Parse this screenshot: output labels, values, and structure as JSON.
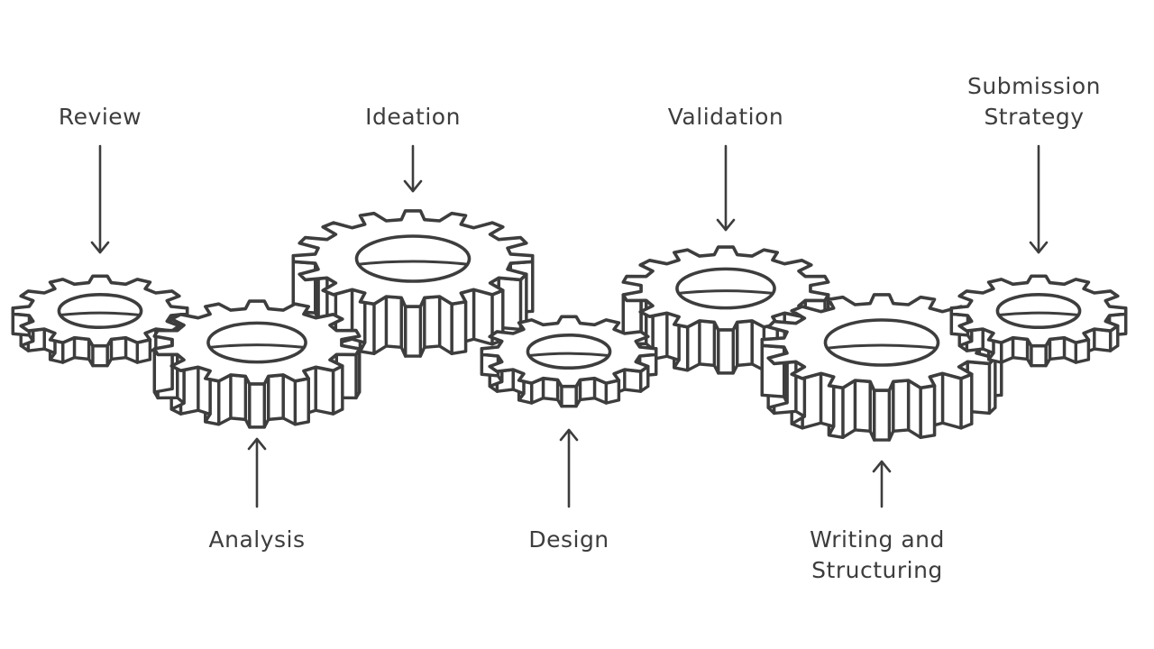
{
  "diagram": {
    "stroke_color": "#3d3d3d",
    "fill_color": "#ffffff",
    "steps": [
      {
        "id": "review",
        "lines": [
          "Review"
        ],
        "label_side": "top"
      },
      {
        "id": "analysis",
        "lines": [
          "Analysis"
        ],
        "label_side": "bottom"
      },
      {
        "id": "ideation",
        "lines": [
          "Ideation"
        ],
        "label_side": "top"
      },
      {
        "id": "design",
        "lines": [
          "Design"
        ],
        "label_side": "bottom"
      },
      {
        "id": "validation",
        "lines": [
          "Validation"
        ],
        "label_side": "top"
      },
      {
        "id": "writing",
        "lines": [
          "Writing and",
          "Structuring"
        ],
        "label_side": "bottom"
      },
      {
        "id": "submission",
        "lines": [
          "Submission",
          "Strategy"
        ],
        "label_side": "top"
      }
    ]
  }
}
